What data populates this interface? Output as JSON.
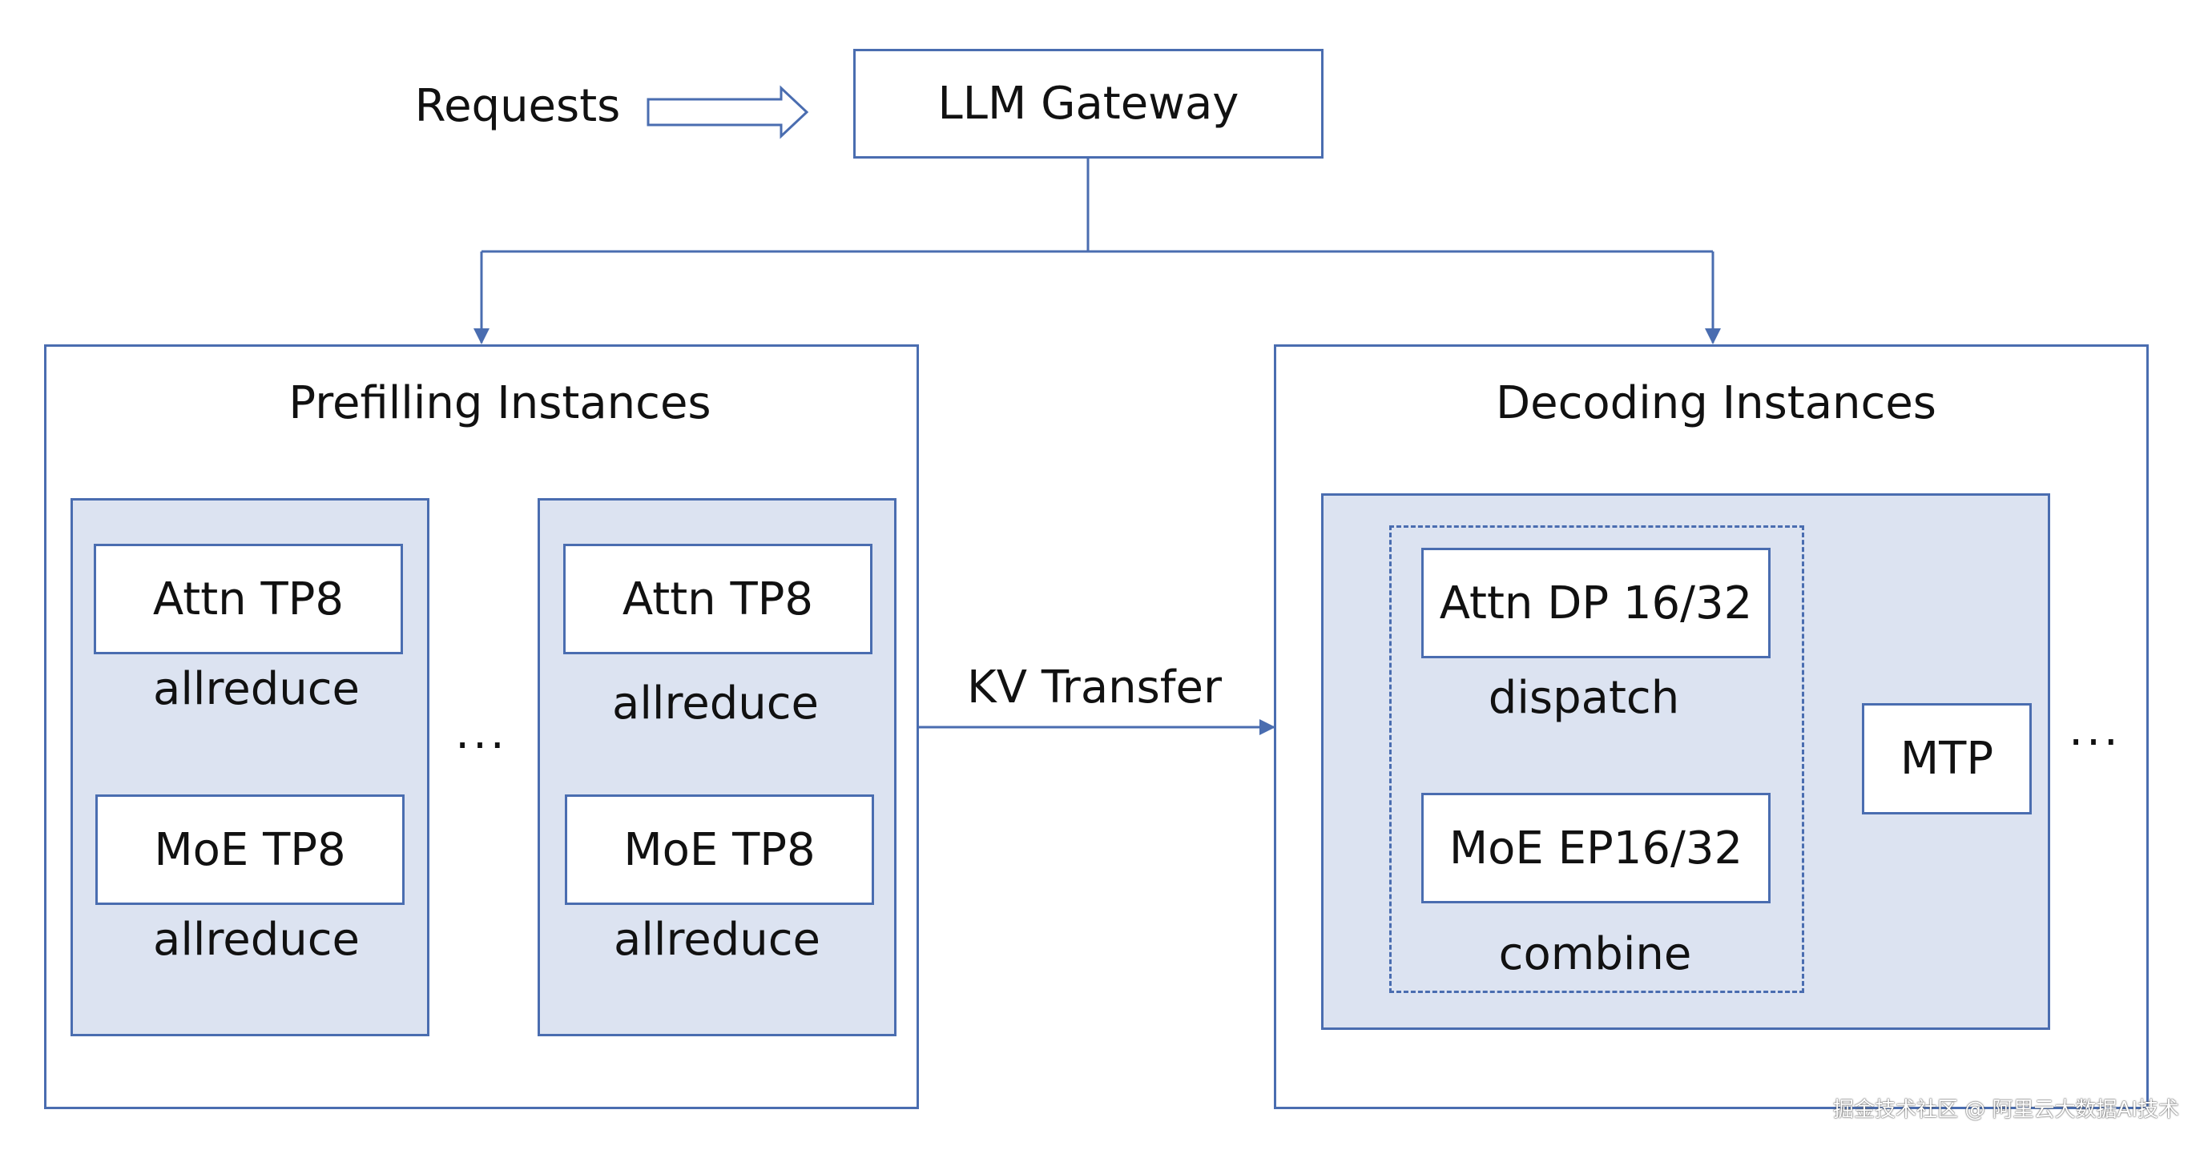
{
  "requests_label": "Requests",
  "gateway": {
    "label": "LLM Gateway"
  },
  "prefill": {
    "title": "Prefilling Instances",
    "groups": [
      {
        "attn": "Attn TP8",
        "attn_op": "allreduce",
        "moe": "MoE TP8",
        "moe_op": "allreduce"
      },
      {
        "attn": "Attn TP8",
        "attn_op": "allreduce",
        "moe": "MoE TP8",
        "moe_op": "allreduce"
      }
    ],
    "ellipsis": "..."
  },
  "transfer_label": "KV Transfer",
  "decode": {
    "title": "Decoding Instances",
    "attn": "Attn DP 16/32",
    "attn_op": "dispatch",
    "moe": "MoE EP16/32",
    "moe_op": "combine",
    "mtp": "MTP",
    "ellipsis": "..."
  },
  "watermark": "掘金技术社区 @ 阿里云大数据AI技术",
  "colors": {
    "stroke": "#4a6db0",
    "panel_fill": "#dce3f1"
  }
}
